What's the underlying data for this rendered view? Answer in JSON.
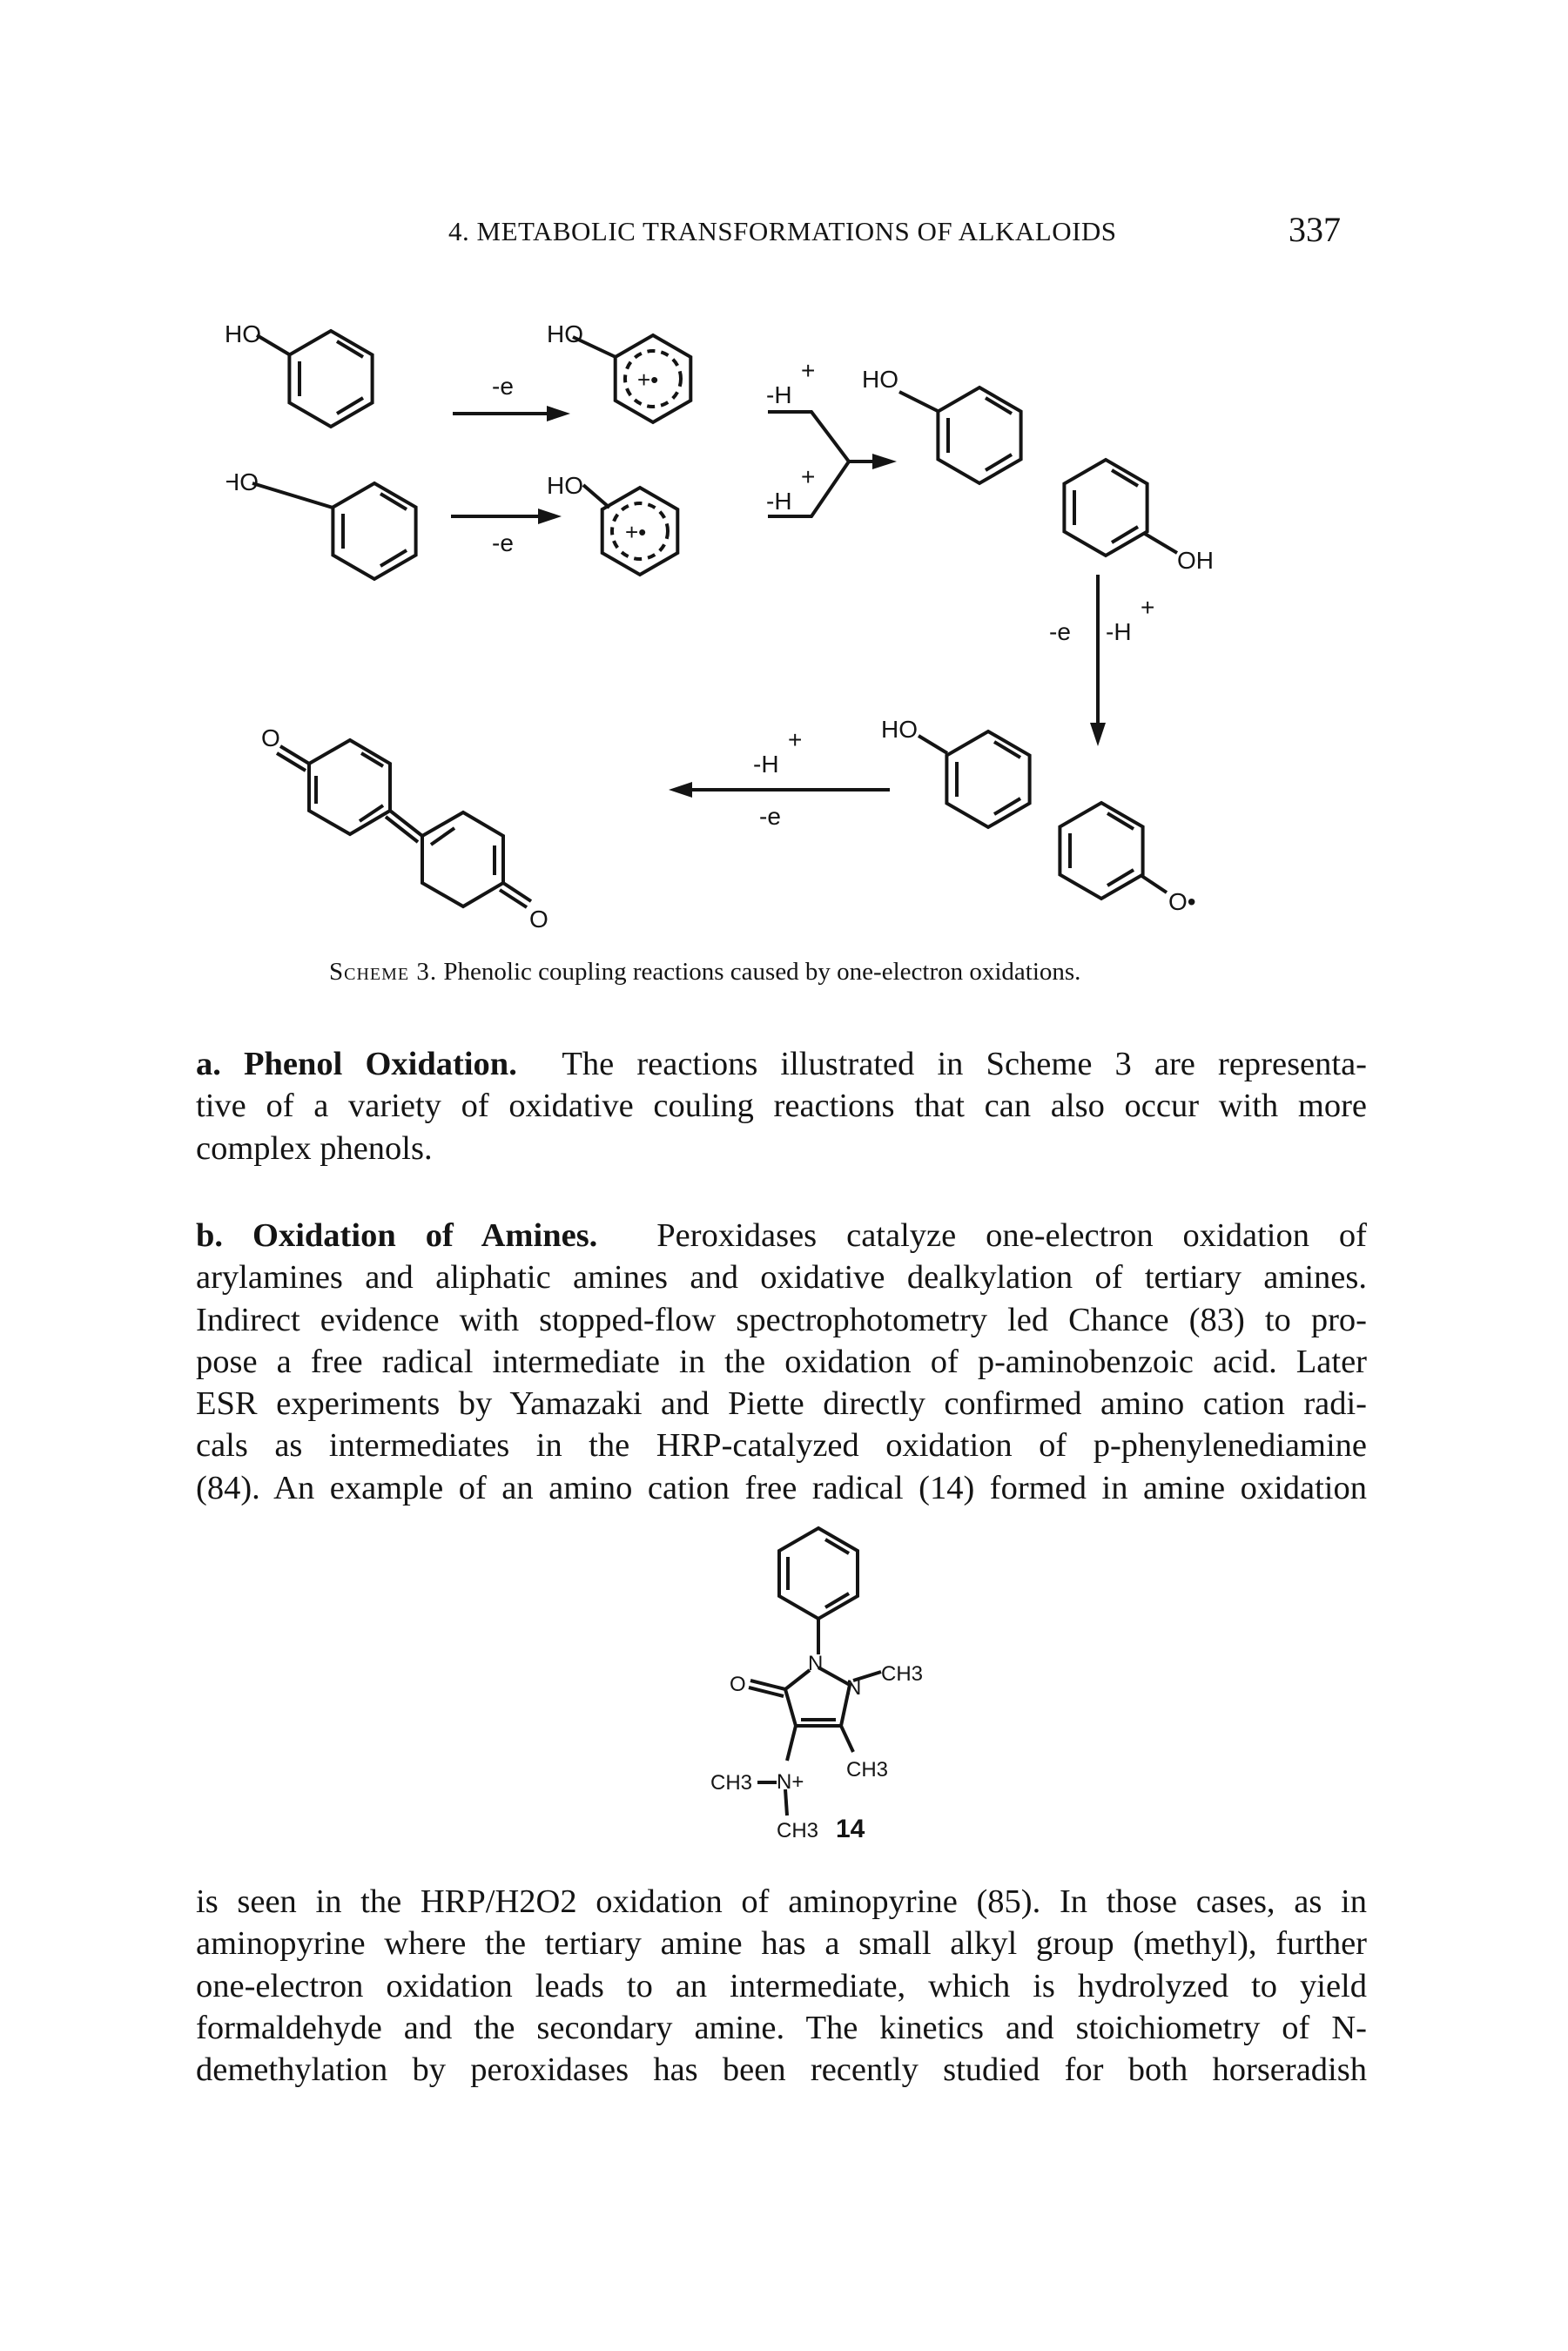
{
  "header": {
    "running_head": "4. METABOLIC TRANSFORMATIONS OF ALKALOIDS",
    "page_number": "337"
  },
  "scheme": {
    "labels": {
      "ho": "HO",
      "oh": "OH",
      "o": "O",
      "o_radical": "O•",
      "minus_e": "-e",
      "minus_h": "-H",
      "plus": "+",
      "radical_cation": "+•"
    },
    "caption_label": "Scheme 3.",
    "caption_text": "Phenolic coupling reactions caused by one-electron oxidations."
  },
  "section_a": {
    "heading": "a. Phenol Oxidation.",
    "lines": [
      "The reactions illustrated in Scheme 3 are representa-",
      "tive of a variety of oxidative couling reactions that can also occur with more",
      "complex phenols."
    ]
  },
  "section_b": {
    "heading": "b. Oxidation of Amines.",
    "lines": [
      "Peroxidases catalyze one-electron oxidation of",
      "arylamines and aliphatic amines and oxidative dealkylation of tertiary amines.",
      "Indirect evidence with stopped-flow spectrophotometry led Chance (83) to pro-",
      "pose a free radical intermediate in the oxidation of p-aminobenzoic acid. Later",
      "ESR experiments by Yamazaki and Piette directly confirmed amino cation radi-",
      "cals as intermediates in the HRP-catalyzed oxidation of p-phenylenediamine",
      "(84). An example of an amino cation free radical (14) formed in amine oxidation"
    ]
  },
  "compound_14": {
    "labels": {
      "o": "O",
      "n1": "N",
      "n2": "N",
      "ch3_right": "CH3",
      "ch3_ring": "CH3",
      "ch3_left": "CH3",
      "n_plus": "N+",
      "ch3_bottom": "CH3",
      "number": "14"
    }
  },
  "section_c": {
    "lines": [
      "is seen in the HRP/H2O2 oxidation of aminopyrine (85). In those cases, as in",
      "aminopyrine where the tertiary amine has a small alkyl group (methyl), further",
      "one-electron oxidation leads to an intermediate, which is hydrolyzed to yield",
      "formaldehyde and the secondary amine. The kinetics and stoichiometry of N-",
      "demethylation by peroxidases has been recently studied for both horseradish"
    ]
  }
}
